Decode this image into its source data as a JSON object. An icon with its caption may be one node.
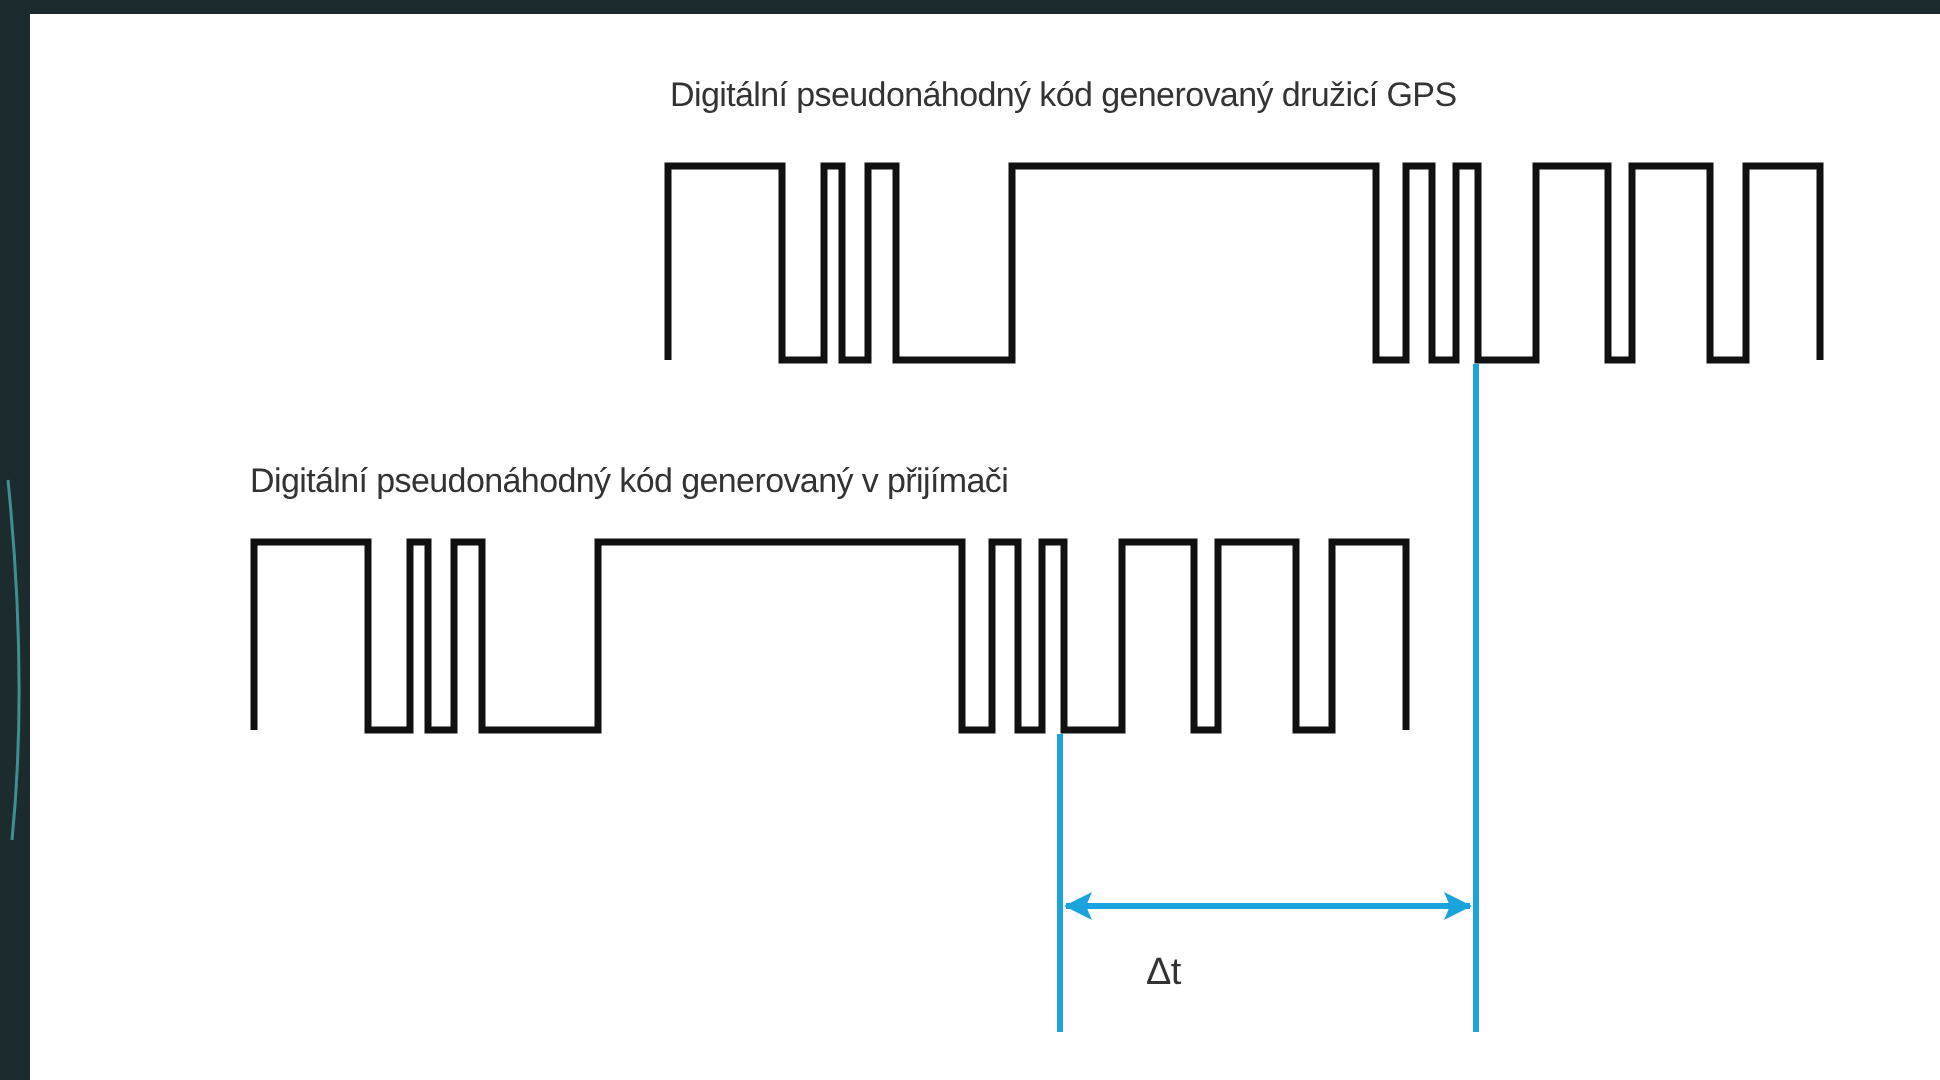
{
  "diagram": {
    "labels": [
      "Digitální pseudonáhodný kód generovaný družicí GPS",
      "Digitální pseudonáhodný kód generovaný v přijímači",
      "Δt"
    ]
  }
}
